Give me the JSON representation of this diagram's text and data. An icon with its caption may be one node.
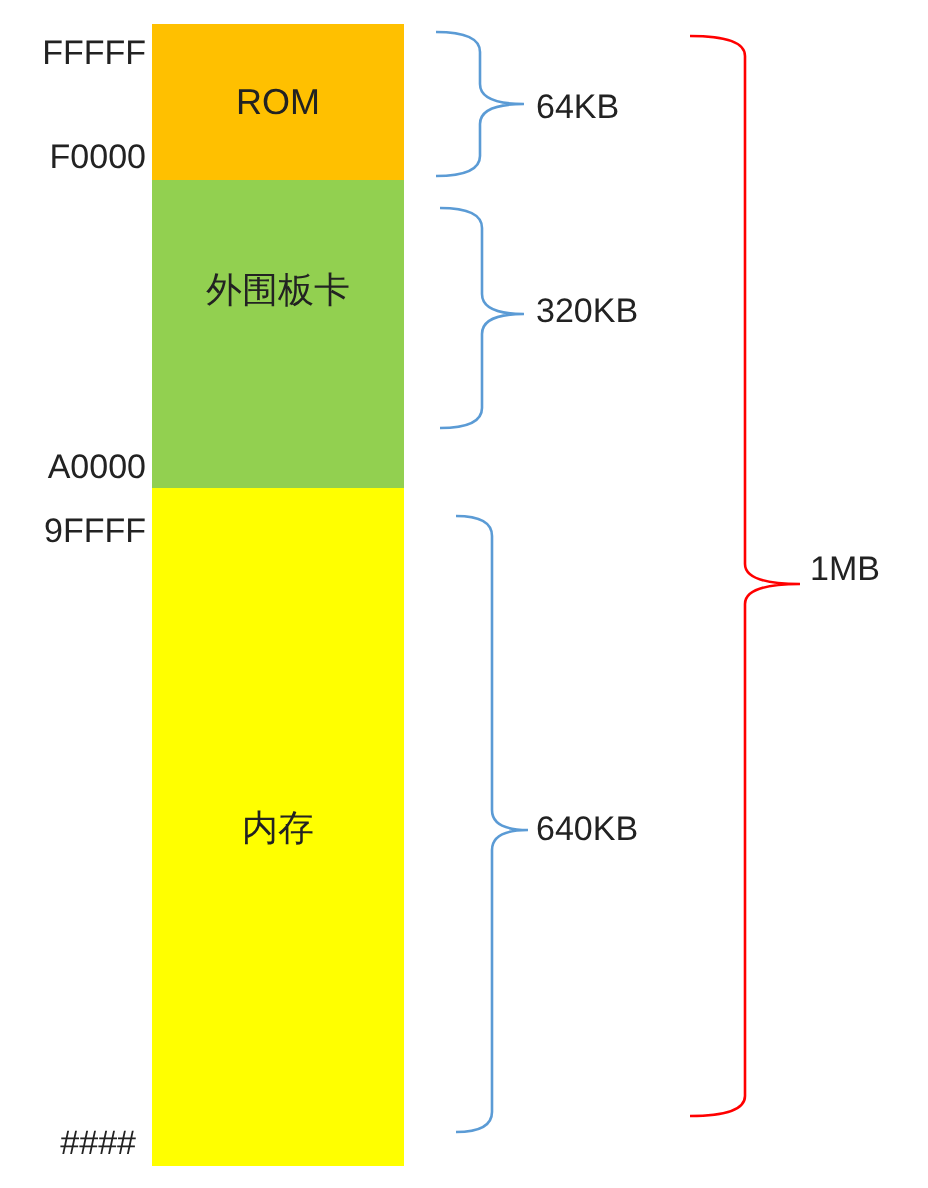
{
  "diagram": {
    "nodes": [
      {
        "text": [
          "ROM"
        ]
      },
      {
        "text": [
          "外围板卡"
        ]
      },
      {
        "text": [
          "内存"
        ]
      }
    ],
    "labels": [
      "FFFFF",
      "64KB",
      "F0000",
      "320KB",
      "A0000",
      "9FFFF",
      "1MB",
      "640KB",
      "####"
    ]
  }
}
